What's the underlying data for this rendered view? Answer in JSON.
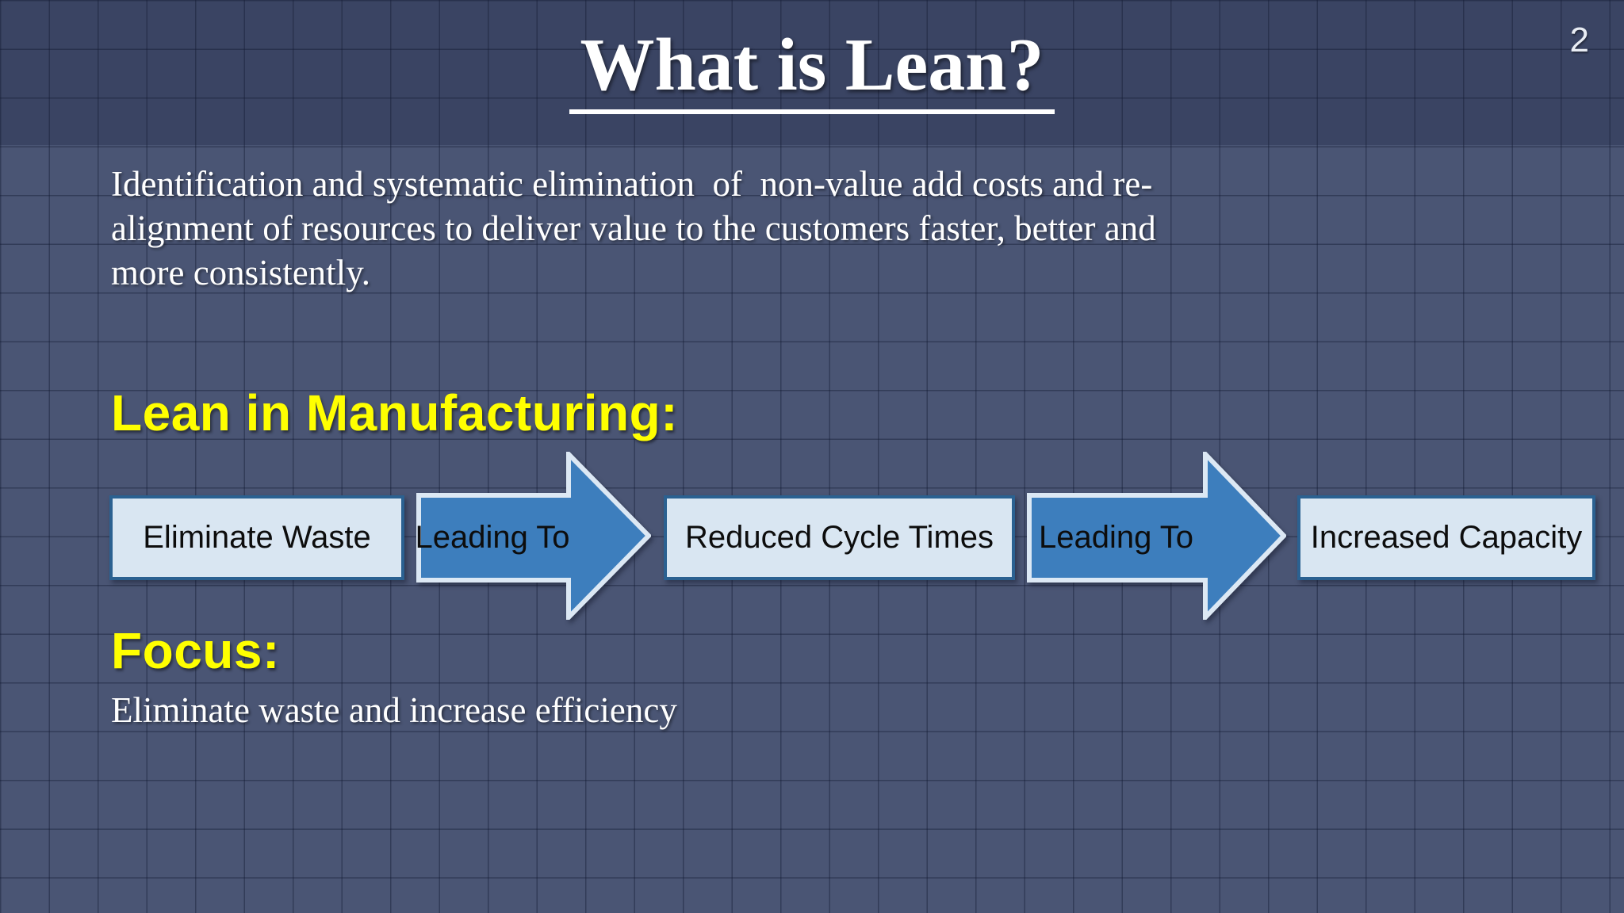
{
  "page": {
    "number": "2"
  },
  "title": {
    "text": "What is Lean?"
  },
  "intro": {
    "lines": [
      "Identification and systematic elimination  of  non-value add costs and re-",
      "alignment of resources to deliver value to the customers faster, better and",
      "more consistently."
    ]
  },
  "sections": {
    "manufacturing_heading": "Lean in Manufacturing:",
    "focus_heading": "Focus:",
    "focus_text": "Eliminate waste and increase efficiency"
  },
  "flow": {
    "items": [
      {
        "type": "box",
        "label": "Eliminate Waste"
      },
      {
        "type": "arrow",
        "label": "Leading To"
      },
      {
        "type": "box",
        "label": "Reduced Cycle Times"
      },
      {
        "type": "arrow",
        "label": "Leading To"
      },
      {
        "type": "box",
        "label": "Increased Capacity"
      }
    ]
  },
  "colors": {
    "bg_light": "#4a5574",
    "bg_header": "#3a4463",
    "box_fill": "#d9e6f2",
    "box_border": "#2b6191",
    "arrow_fill": "#3d7ebd",
    "arrow_outline": "#dce8f4",
    "accent_yellow": "#ffff00",
    "text_white": "#ffffff"
  }
}
